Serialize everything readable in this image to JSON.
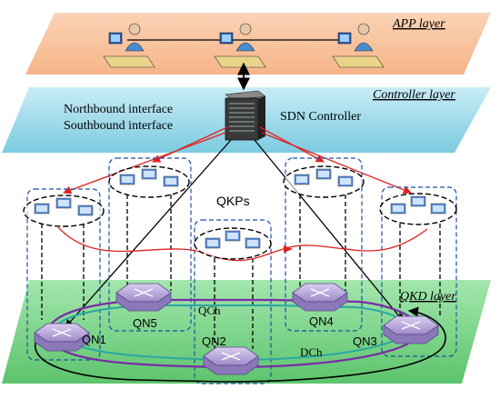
{
  "layers": {
    "app": "APP layer",
    "controller": "Controller layer",
    "qkd": "QKD layer"
  },
  "interfaces": {
    "northbound": "Northbound interface",
    "southbound": "Southbound interface"
  },
  "controller_label": "SDN Controller",
  "qkps_label": "QKPs",
  "nodes": {
    "qn1": "QN1",
    "qn2": "QN2",
    "qn3": "QN3",
    "qn4": "QN4",
    "qn5": "QN5"
  },
  "channels": {
    "quantum": "QCh",
    "data": "DCh"
  },
  "colors": {
    "app_layer": "#f9c9a8",
    "controller_layer": "#a8dcec",
    "qkd_layer": "#7fd68c",
    "node": "#b9a9dc",
    "control_link": "#e02020",
    "quantum_channel": "#2aa8a0",
    "data_channel": "#7a2aa8"
  }
}
